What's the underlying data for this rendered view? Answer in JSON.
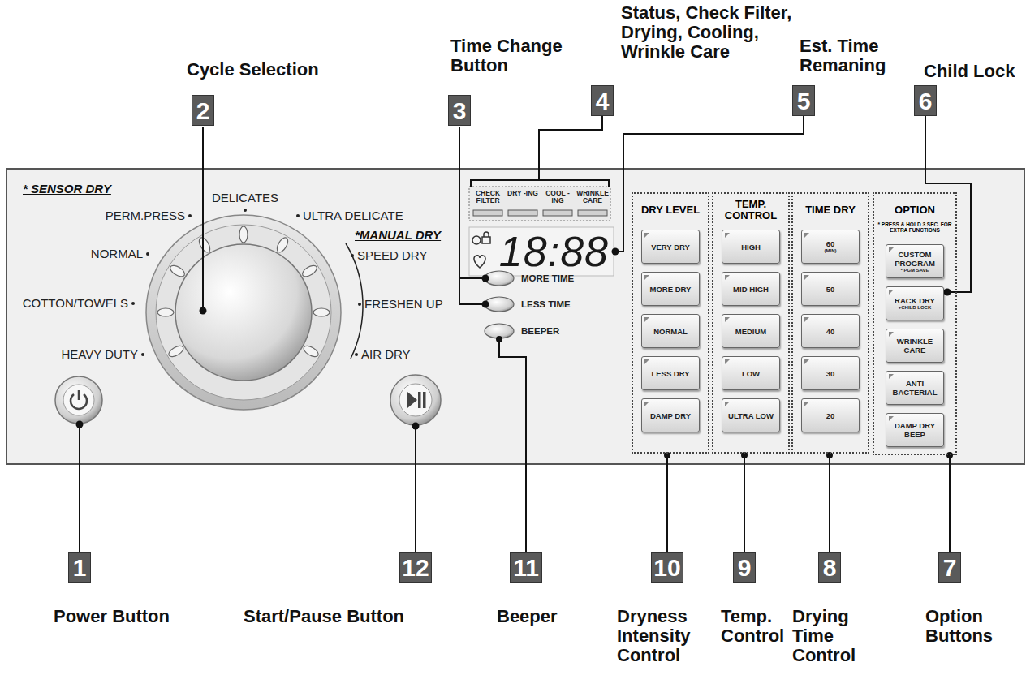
{
  "diagram": {
    "nodes": [
      {
        "text": [
          "18:88"
        ]
      },
      {
        "text": [
          "DRY LEVEL"
        ]
      },
      {
        "text": [
          "VERY DRY"
        ],
        "in": 1
      },
      {
        "text": [
          "MORE DRY"
        ],
        "in": 1
      },
      {
        "text": [
          "NORMAL"
        ],
        "in": 1
      },
      {
        "text": [
          "LESS DRY"
        ],
        "in": 1
      },
      {
        "text": [
          "DAMP DRY"
        ],
        "in": 1
      },
      {
        "text": [
          "TEMP. CONTROL"
        ]
      },
      {
        "text": [
          "HIGH"
        ],
        "in": 7
      },
      {
        "text": [
          "MID HIGH"
        ],
        "in": 7
      },
      {
        "text": [
          "MEDIUM"
        ],
        "in": 7
      },
      {
        "text": [
          "LOW"
        ],
        "in": 7
      },
      {
        "text": [
          "ULTRA LOW"
        ],
        "in": 7
      },
      {
        "text": [
          "TIME DRY"
        ]
      },
      {
        "text": [
          "60",
          "(MIN)"
        ],
        "in": 13
      },
      {
        "text": [
          "50"
        ],
        "in": 13
      },
      {
        "text": [
          "40"
        ],
        "in": 13
      },
      {
        "text": [
          "30"
        ],
        "in": 13
      },
      {
        "text": [
          "20"
        ],
        "in": 13
      },
      {
        "text": [
          "OPTION",
          "* PRESS & HOLD 3 SEC. FOR EXTRA FUNCTIONS"
        ]
      },
      {
        "text": [
          "CUSTOM PROGRAM",
          "* PGM SAVE"
        ],
        "in": 19
      },
      {
        "text": [
          "RACK DRY",
          "+CHILD LOCK"
        ],
        "in": 19
      },
      {
        "text": [
          "WRINKLE CARE"
        ],
        "in": 19
      },
      {
        "text": [
          "ANTI BACTERIAL"
        ],
        "in": 19
      },
      {
        "text": [
          "DAMP DRY BEEP"
        ],
        "in": 19
      }
    ],
    "labels": [
      "Cycle Selection",
      "2",
      "Time Change Button",
      "3",
      "Status, Check Filter, Drying, Cooling, Wrinkle Care",
      "4",
      "Est. Time Remaning",
      "5",
      "Child Lock",
      "6",
      "* SENSOR DRY",
      "PERM.PRESS",
      "DELICATES",
      "ULTRA DELICATE",
      "*MANUAL DRY",
      "NORMAL",
      "SPEED DRY",
      "COTTON/TOWELS",
      "FRESHEN UP",
      "HEAVY DUTY",
      "AIR DRY",
      "CHECK FILTER",
      "DRY -ING",
      "COOL -ING",
      "WRINKLE CARE",
      "MORE TIME",
      "LESS TIME",
      "BEEPER",
      "1",
      "Power Button",
      "12",
      "Start/Pause Button",
      "11",
      "Beeper",
      "10",
      "Dryness Intensity Control",
      "9",
      "Temp. Control",
      "8",
      "Drying Time Control",
      "7",
      "Option Buttons"
    ]
  }
}
